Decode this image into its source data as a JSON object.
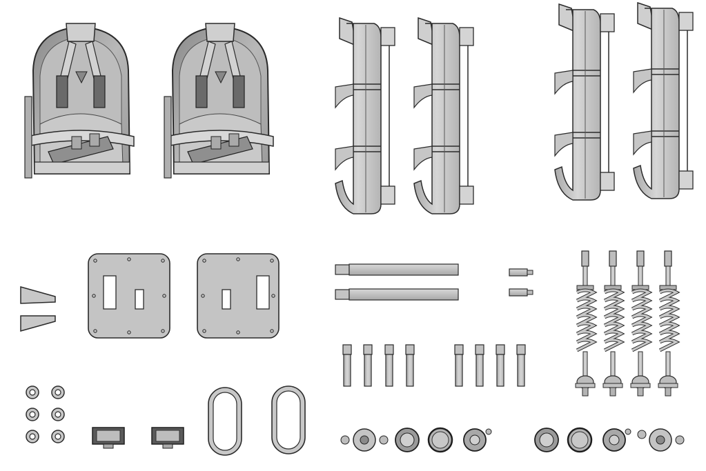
{
  "image": {
    "description_type": "render",
    "background": "#ffffff",
    "colors": {
      "part_fill": "#c8c8c8",
      "part_light": "#dcdcdc",
      "part_dark": "#9a9a9a",
      "outline": "#2a2a2a"
    },
    "groups": {
      "seats": 2,
      "exhaust_manifolds": 4,
      "wedge_parts": 2,
      "mounting_plates": 2,
      "long_rods": 2,
      "short_pins": 2,
      "small_pins": 8,
      "shock_absorbers": 4,
      "washers": 6,
      "brackets": 2,
      "oval_rings": 2,
      "hubs": 8
    }
  }
}
